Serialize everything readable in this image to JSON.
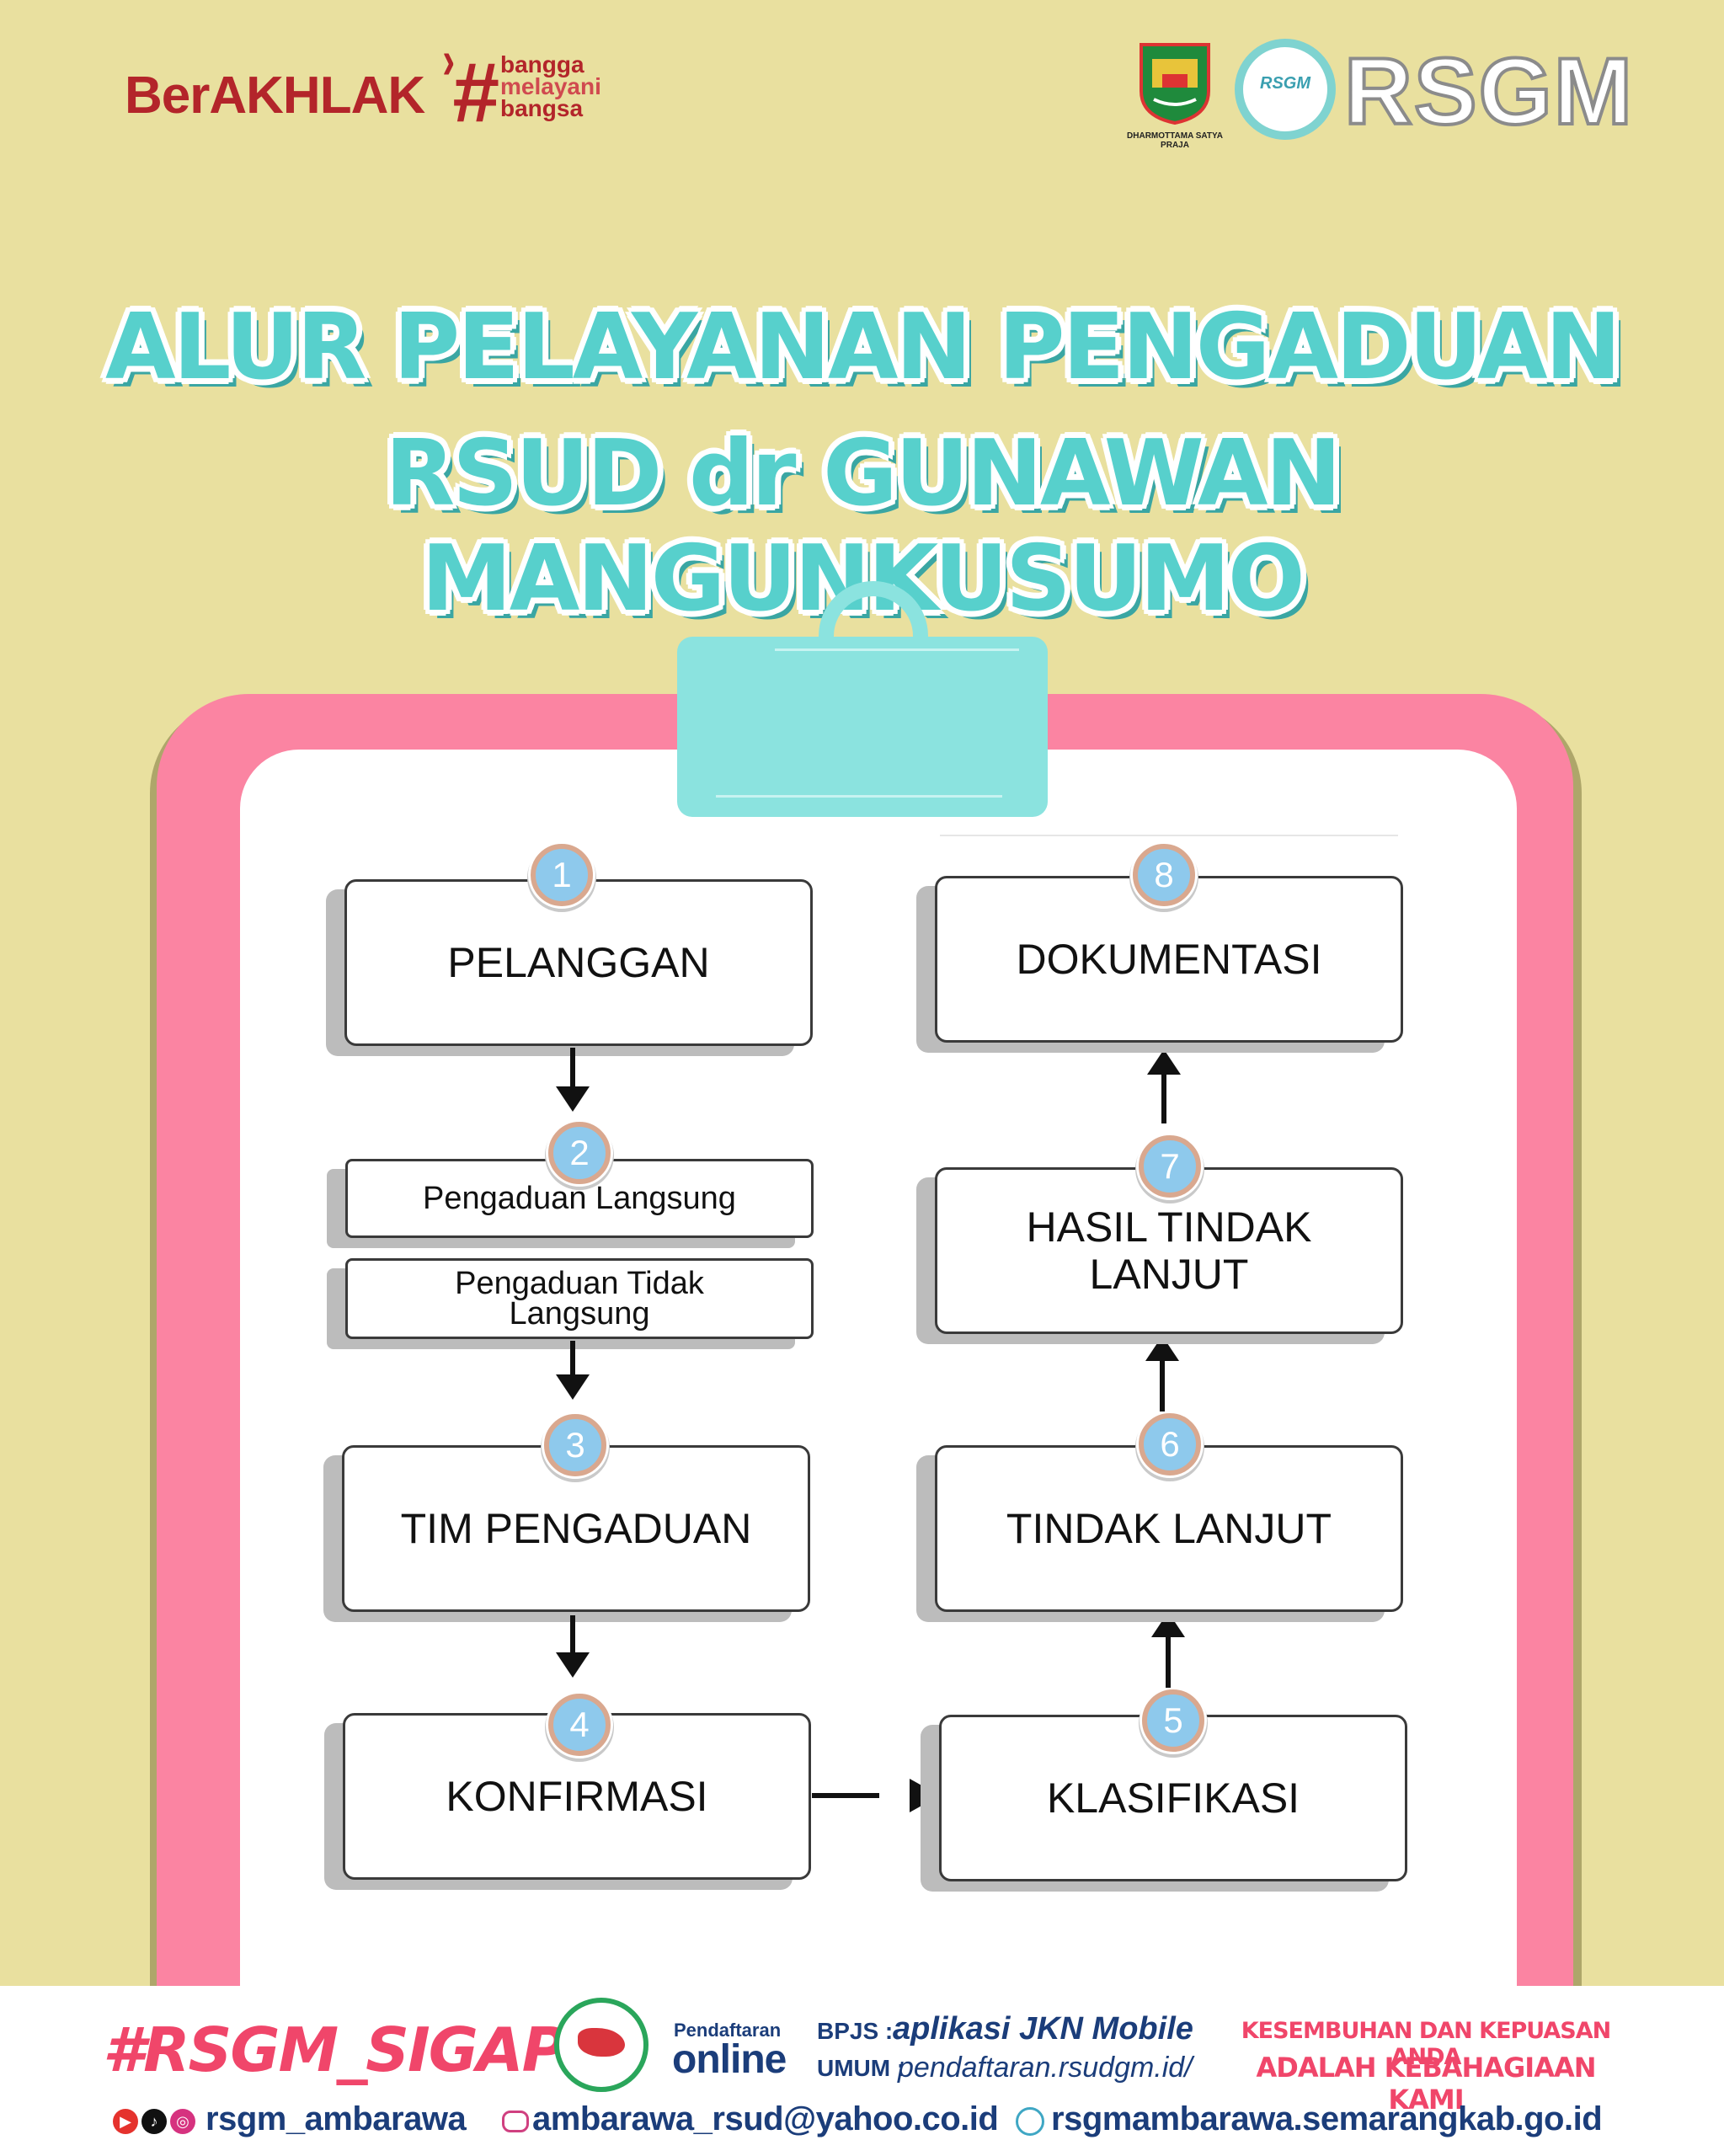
{
  "header": {
    "berakhlak": "BerAKHLAK",
    "hashtag": "#",
    "tagline": [
      "bangga",
      "melayani",
      "bangsa"
    ],
    "regency_caption": "DHARMOTTAMA SATYA PRAJA",
    "badge_text": "RSGM",
    "hospital_word": "RSGM"
  },
  "title": {
    "line1": "ALUR PELAYANAN PENGADUAN",
    "line2": "RSUD dr GUNAWAN MANGUNKUSUMO"
  },
  "flow": {
    "steps": [
      {
        "num": "1",
        "label": "PELANGGAN"
      },
      {
        "num": "2",
        "labels": [
          "Pengaduan Langsung",
          "Pengaduan Tidak Langsung"
        ]
      },
      {
        "num": "3",
        "label": "TIM PENGADUAN"
      },
      {
        "num": "4",
        "label": "KONFIRMASI"
      },
      {
        "num": "5",
        "label": "KLASIFIKASI"
      },
      {
        "num": "6",
        "label": "TINDAK LANJUT"
      },
      {
        "num": "7",
        "label": "HASIL TINDAK LANJUT"
      },
      {
        "num": "8",
        "label": "DOKUMENTASI"
      }
    ]
  },
  "footer": {
    "hashtag": "#RSGM_SIGAP",
    "pendaftaran": "Pendaftaran",
    "online": "online",
    "bpjs_label": "BPJS :",
    "bpjs_value": "aplikasi JKN Mobile",
    "umum_label": "UMUM :",
    "umum_value": "pendaftaran.rsudgm.id/",
    "slogan_line1": "KESEMBUHAN DAN KEPUASAN ANDA",
    "slogan_line2": "ADALAH KEBAHAGIAAN KAMI",
    "instagram": "rsgm_ambarawa",
    "email": "ambarawa_rsud@yahoo.co.id",
    "website": "rsgmambarawa.semarangkab.go.id"
  },
  "colors": {
    "background": "#e9e09f",
    "title": "#57d0cc",
    "board": "#fb84a2",
    "clip": "#8be3df",
    "badge": "#8ec9ec",
    "accent_red": "#b3252a",
    "footer_pink": "#f0466a",
    "footer_navy": "#1b3d7a"
  }
}
